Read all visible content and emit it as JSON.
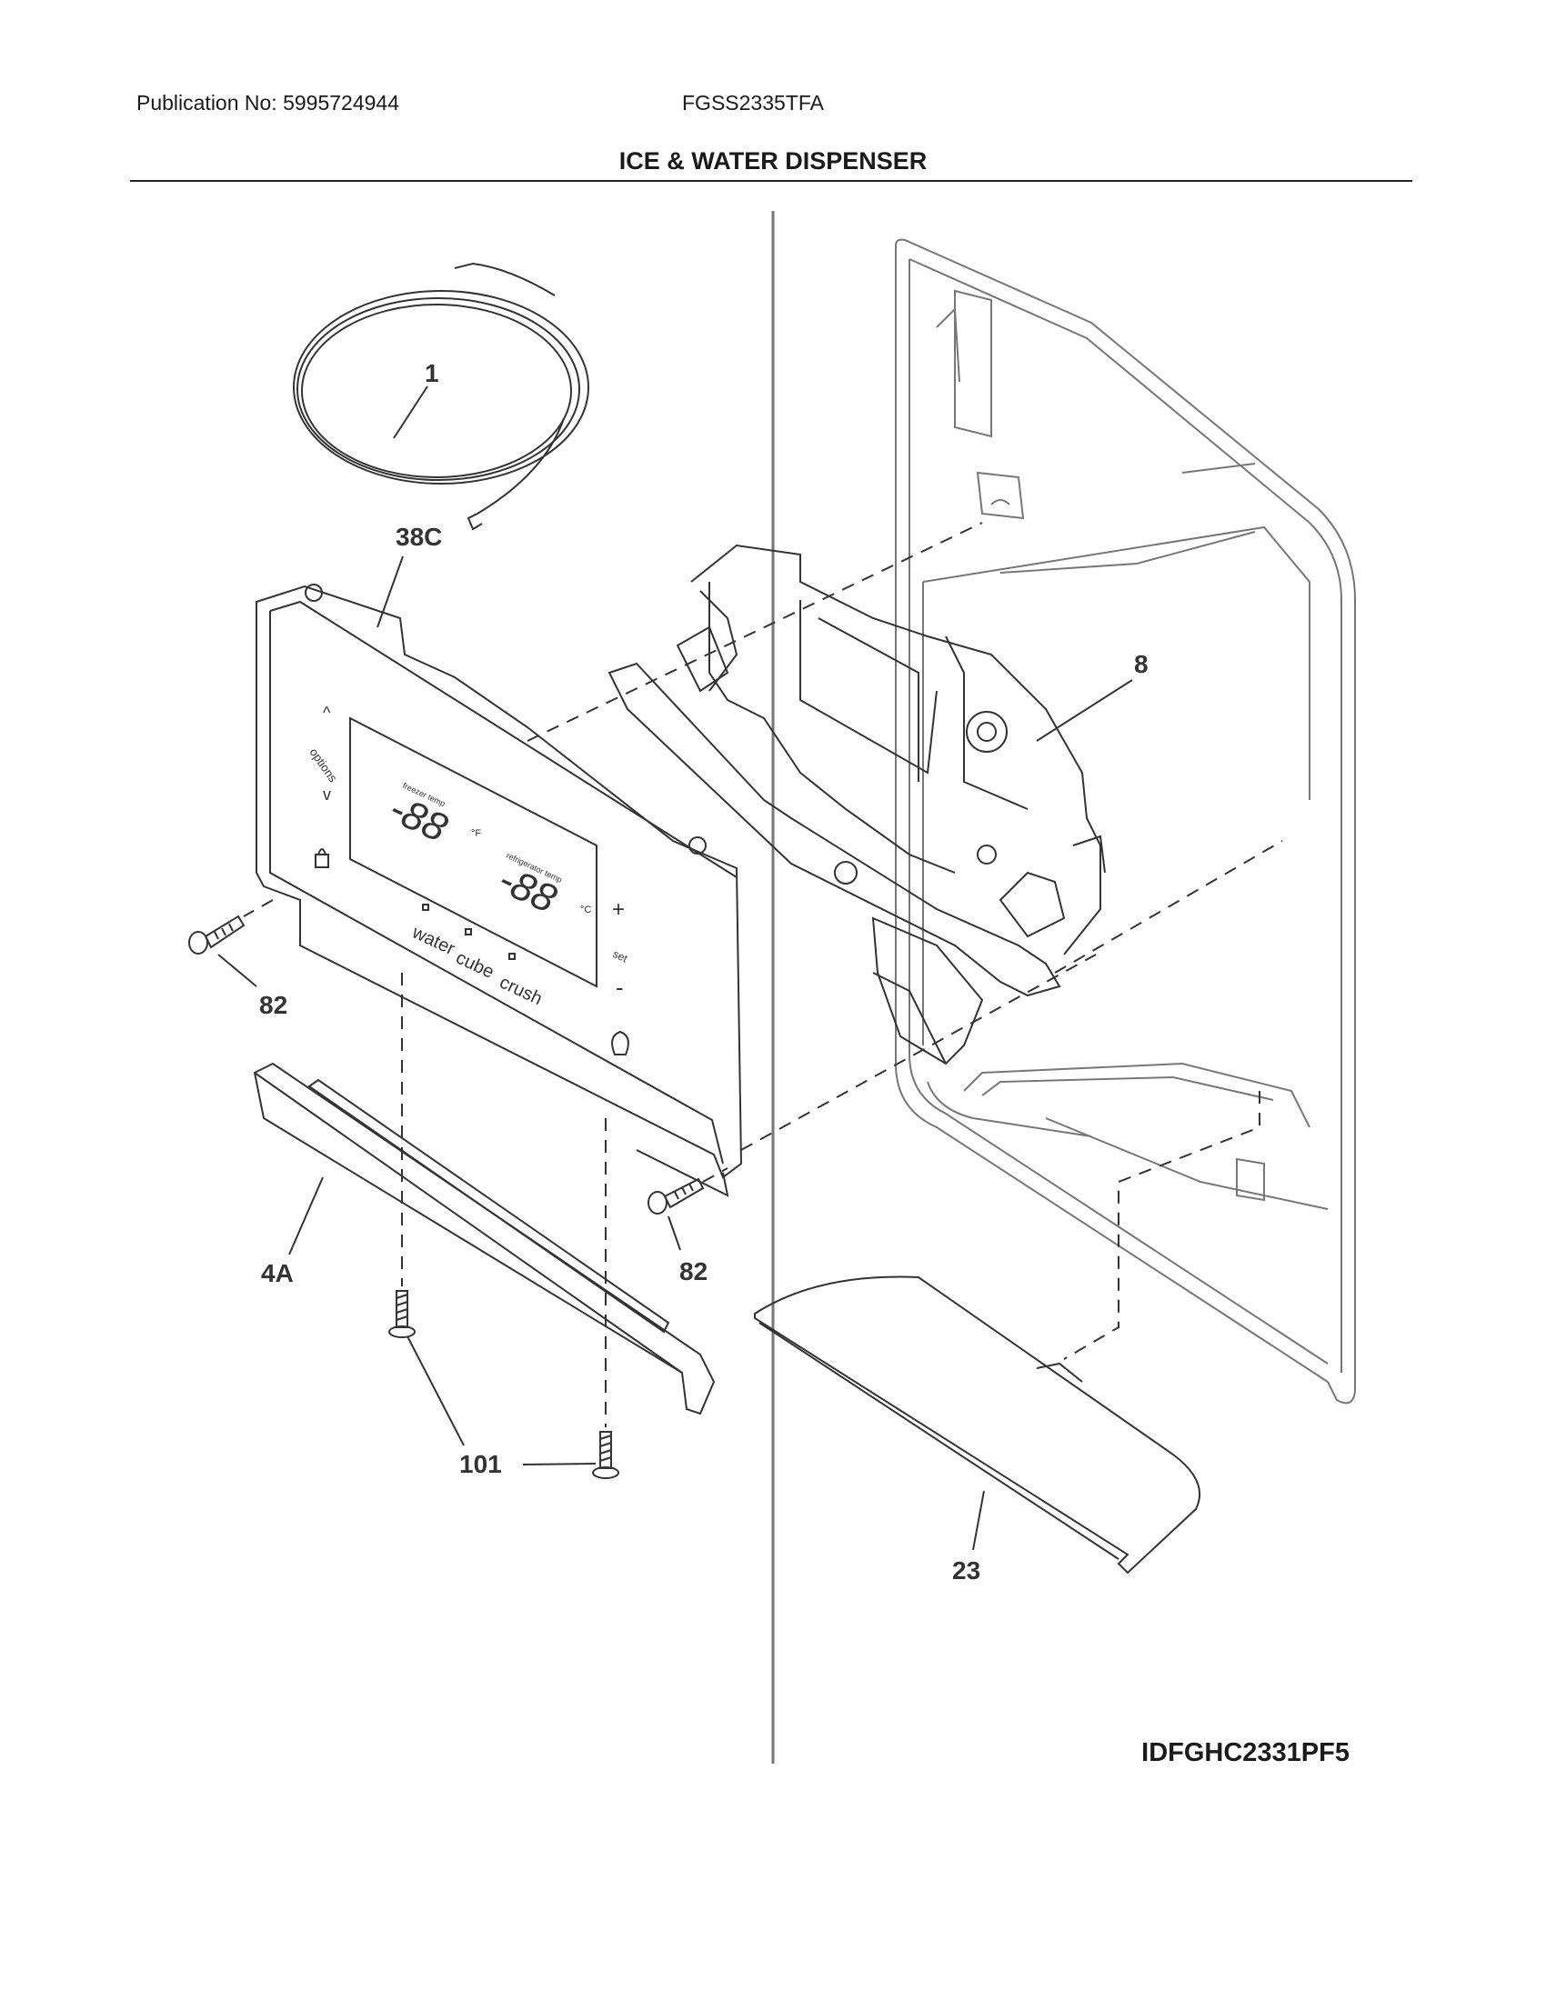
{
  "header": {
    "publication": "Publication No: 5995724944",
    "model": "FGSS2335TFA",
    "title": "ICE & WATER DISPENSER"
  },
  "diagram_code": "IDFGHC2331PF5",
  "callouts": {
    "tubing": "1",
    "control_panel": "38C",
    "dispenser_assembly": "8",
    "screw_left": "82",
    "screw_right": "82",
    "trim_bar": "4A",
    "screw_pair": "101",
    "drip_tray": "23"
  },
  "panel_text": {
    "options": "options",
    "freezer_label": "freezer temp",
    "fridge_label": "refrigerator temp",
    "freezer_display": "-88",
    "fridge_display": "-88",
    "unit_f": "°F",
    "unit_c": "°C",
    "set": "set",
    "water": "water",
    "cube": "cube",
    "crush": "crush",
    "plus": "+",
    "minus": "-",
    "up": "^",
    "down": "v"
  }
}
